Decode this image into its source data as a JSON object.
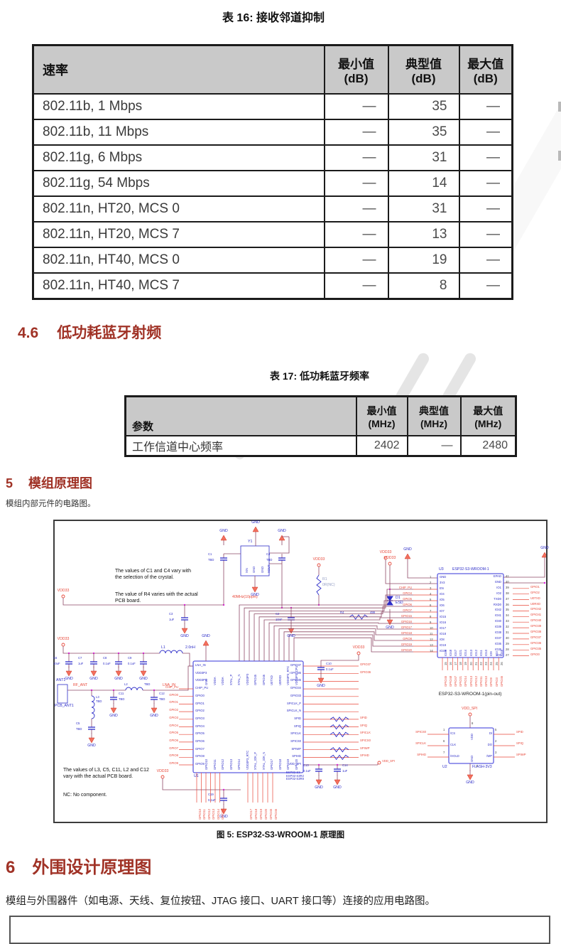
{
  "doc": {
    "table16": {
      "title": "表 16: 接收邻道抑制",
      "col_param": "速率",
      "columns": [
        {
          "label": "最小值",
          "unit": "(dB)"
        },
        {
          "label": "典型值",
          "unit": "(dB)"
        },
        {
          "label": "最大值",
          "unit": "(dB)"
        }
      ],
      "rows": [
        {
          "name": "802.11b, 1 Mbps",
          "min": "—",
          "typ": "35",
          "max": "—"
        },
        {
          "name": "802.11b, 11 Mbps",
          "min": "—",
          "typ": "35",
          "max": "—"
        },
        {
          "name": "802.11g, 6 Mbps",
          "min": "—",
          "typ": "31",
          "max": "—"
        },
        {
          "name": "802.11g, 54 Mbps",
          "min": "—",
          "typ": "14",
          "max": "—"
        },
        {
          "name": "802.11n, HT20, MCS 0",
          "min": "—",
          "typ": "31",
          "max": "—"
        },
        {
          "name": "802.11n, HT20, MCS 7",
          "min": "—",
          "typ": "13",
          "max": "—"
        },
        {
          "name": "802.11n, HT40, MCS 0",
          "min": "—",
          "typ": "19",
          "max": "—"
        },
        {
          "name": "802.11n, HT40, MCS 7",
          "min": "—",
          "typ": "8",
          "max": "—"
        }
      ]
    },
    "section_4_6": {
      "number": "4.6",
      "title": "低功耗蓝牙射频"
    },
    "table17": {
      "title": "表 17: 低功耗蓝牙频率",
      "col_param": "参数",
      "columns": [
        {
          "label": "最小值",
          "unit": "(MHz)"
        },
        {
          "label": "典型值",
          "unit": "(MHz)"
        },
        {
          "label": "最大值",
          "unit": "(MHz)"
        }
      ],
      "rows": [
        {
          "name": "工作信道中心频率",
          "min": "2402",
          "typ": "—",
          "max": "2480"
        }
      ]
    },
    "section_5": {
      "number": "5",
      "title": "模组原理图",
      "body": "模组内部元件的电路图。"
    },
    "figure_5": {
      "caption": "图 5: ESP32-S3-WROOM-1 原理图",
      "schematic": {
        "notes": [
          "The values of C1 and C4 vary with\nthe selection of the crystal.",
          "The value of R4 varies with the actual\nPCB board.",
          "The values of L3, C5, C11, L2 and C12\nvary with the actual PCB board.",
          "NC: No component."
        ],
        "nets": {
          "vdd33": "VDD33",
          "gnd": "GND",
          "vdd_spi": "VDD_SPI",
          "rf_ant": "RF_ANT",
          "lna_in": "LNA_IN",
          "chip_pu": "CHIP_PU"
        },
        "crystal": {
          "ref": "Y1",
          "value": "40MHz(10ppm)",
          "pins": [
            "XIN",
            "GND",
            "GND",
            "XOUT"
          ]
        },
        "antenna": {
          "ref": "ANT1",
          "value": "PCB_ANT1"
        },
        "diode": {
          "ref": "D1",
          "value": "ESD"
        },
        "capacitors": {
          "C1": "TBD",
          "C2": "10nF",
          "C3": "1uF",
          "C4": "TBD",
          "C5": "TBD",
          "C6": "10uF",
          "C7": "1uF",
          "C8": "0.1uF",
          "C9": "0.1uF",
          "C10": "0.1uF",
          "C11": "TBD",
          "C12": "TBD",
          "C13": "0.1uF",
          "C14": "1uF",
          "C19": "0.1uF"
        },
        "inductors": {
          "L1": "2.0nH",
          "L2": "TBD",
          "L3": "TBD"
        },
        "resistors": {
          "R1": "0R(NC)",
          "R4": "499"
        },
        "u1": {
          "ref": "U1",
          "models": "ESP32-S3\nESP32-S3R2\nESP32-S3R8",
          "left_pins": [
            "LNA_IN",
            "VDD3P3",
            "VDD3P3",
            "CHIP_PU",
            "GPIO0",
            "GPIO1",
            "GPIO2",
            "GPIO3",
            "GPIO4",
            "GPIO5",
            "GPIO6",
            "GPIO7",
            "GPIO8",
            "GPIO9"
          ],
          "right_pins": [
            "GPIO37",
            "GPIO36",
            "GPIO35",
            "GPIO34",
            "GPIO33",
            "SPICLK_P",
            "SPICLK_N",
            "SPID",
            "SPIQ",
            "SPICLK",
            "SPICS0",
            "SPIWP",
            "SPIHD",
            "VDD_SPI"
          ],
          "right_nets": [
            "GPIO37",
            "GPIO36",
            "",
            "",
            "",
            "",
            "",
            "SPID",
            "SPIQ",
            "SPICLK",
            "SPICS0",
            "SPIWP",
            "SPIHD",
            ""
          ],
          "top_pins": [
            "GND",
            "VDDA",
            "VDDA",
            "XTAL_P",
            "XTAL_N",
            "VDD3P3",
            "GPIO45",
            "GPIO46",
            "U0TXD",
            "U0RXD",
            "VDD3P3_RTC",
            "VDD3P3_CPU"
          ],
          "bottom_pins": [
            "GPIO10",
            "GPIO11",
            "GPIO12",
            "GPIO13",
            "GPIO14",
            "VDD3P3_RTC",
            "XTAL_32K_P",
            "XTAL_32K_N",
            "GPIO17",
            "GPIO18",
            "GPIO19",
            "GPIO20"
          ],
          "left_nets": [
            "CHIP_PU",
            "GPIO0",
            "GPIO1",
            "GPIO2",
            "GPIO3",
            "GPIO4",
            "GPIO5",
            "GPIO6",
            "GPIO7",
            "GPIO8",
            "GPIO9"
          ],
          "bottom_nets": [
            "GPIO10",
            "GPIO11",
            "GPIO12",
            "GPIO13",
            "GPIO14",
            "GPIO21",
            "GPIO17",
            "GPIO18",
            "GPIO19",
            "GPIO20",
            "GPIO45",
            "GPIO46"
          ]
        },
        "u3": {
          "ref": "U3",
          "title": "ESP32-S3-WROOM-1",
          "pinout_label": "ESP32-S3-WROOM-1(pin-out)",
          "left": [
            {
              "n": 1,
              "name": "GND"
            },
            {
              "n": 2,
              "name": "3V3"
            },
            {
              "n": 3,
              "name": "EN"
            },
            {
              "n": 4,
              "name": "IO4"
            },
            {
              "n": 5,
              "name": "IO5"
            },
            {
              "n": 6,
              "name": "IO6"
            },
            {
              "n": 7,
              "name": "IO7"
            },
            {
              "n": 8,
              "name": "IO15"
            },
            {
              "n": 9,
              "name": "IO16"
            },
            {
              "n": 10,
              "name": "IO17"
            },
            {
              "n": 11,
              "name": "IO18"
            },
            {
              "n": 12,
              "name": "IO8"
            },
            {
              "n": 13,
              "name": "IO19"
            },
            {
              "n": 14,
              "name": "IO20"
            }
          ],
          "right": [
            {
              "n": 41,
              "name": "EPAD"
            },
            {
              "n": 40,
              "name": "GND"
            },
            {
              "n": 39,
              "name": "IO1"
            },
            {
              "n": 38,
              "name": "IO2"
            },
            {
              "n": 37,
              "name": "TXD0"
            },
            {
              "n": 36,
              "name": "RXD0"
            },
            {
              "n": 35,
              "name": "IO42"
            },
            {
              "n": 34,
              "name": "IO41"
            },
            {
              "n": 33,
              "name": "IO40"
            },
            {
              "n": 32,
              "name": "IO39"
            },
            {
              "n": 31,
              "name": "IO38"
            },
            {
              "n": 30,
              "name": "IO37"
            },
            {
              "n": 29,
              "name": "IO36"
            },
            {
              "n": 28,
              "name": "IO35"
            },
            {
              "n": 27,
              "name": "IO0"
            }
          ],
          "bottom": [
            {
              "n": 15,
              "name": "IO45"
            },
            {
              "n": 16,
              "name": "IO48"
            },
            {
              "n": 17,
              "name": "IO47"
            },
            {
              "n": 18,
              "name": "IO21"
            },
            {
              "n": 19,
              "name": "IO14"
            },
            {
              "n": 20,
              "name": "IO13"
            },
            {
              "n": 21,
              "name": "IO12"
            },
            {
              "n": 22,
              "name": "IO11"
            },
            {
              "n": 23,
              "name": "IO10"
            },
            {
              "n": 24,
              "name": "IO9"
            },
            {
              "n": 25,
              "name": "IO3"
            },
            {
              "n": 26,
              "name": "IO46"
            }
          ],
          "left_nets": [
            "CHIP_PU",
            "GPIO4",
            "GPIO5",
            "GPIO6",
            "GPIO7",
            "GPIO15",
            "GPIO16",
            "GPIO17",
            "GPIO18",
            "GPIO8",
            "GPIO19",
            "GPIO20"
          ],
          "right_nets": [
            "GPIO1",
            "GPIO2",
            "U0TXD",
            "U0RXD",
            "GPIO42",
            "GPIO41",
            "GPIO40",
            "GPIO39",
            "GPIO38",
            "GPIO37",
            "GPIO36",
            "GPIO35",
            "GPIO0"
          ],
          "bottom_nets": [
            "GPIO45",
            "GPIO48",
            "GPIO47",
            "GPIO21",
            "GPIO14",
            "GPIO13",
            "GPIO12",
            "GPIO11",
            "GPIO10",
            "GPIO9",
            "GPIO3",
            "GPIO46"
          ]
        },
        "u2": {
          "ref": "U2",
          "value": "FLASH-3V3",
          "left": [
            {
              "n": 1,
              "name": "/CS",
              "net": "SPICS0"
            },
            {
              "n": 6,
              "name": "CLK",
              "net": "SPICLK"
            },
            {
              "n": 7,
              "name": "/HOLD",
              "net": "SPIHD"
            }
          ],
          "right": [
            {
              "n": 5,
              "name": "DI",
              "net": "SPID"
            },
            {
              "n": 2,
              "name": "DO",
              "net": "SPIQ"
            },
            {
              "n": 3,
              "name": "/WP",
              "net": "SPIWP"
            }
          ],
          "top": {
            "n": 8,
            "name": "VDD",
            "net": "VDD_SPI"
          },
          "bottom": {
            "n": 4,
            "name": "GND"
          }
        }
      }
    },
    "section_6": {
      "number": "6",
      "title": "外围设计原理图",
      "body": "模组与外围器件（如电源、天线、复位按钮、JTAG 接口、UART 接口等）连接的应用电路图。"
    }
  }
}
